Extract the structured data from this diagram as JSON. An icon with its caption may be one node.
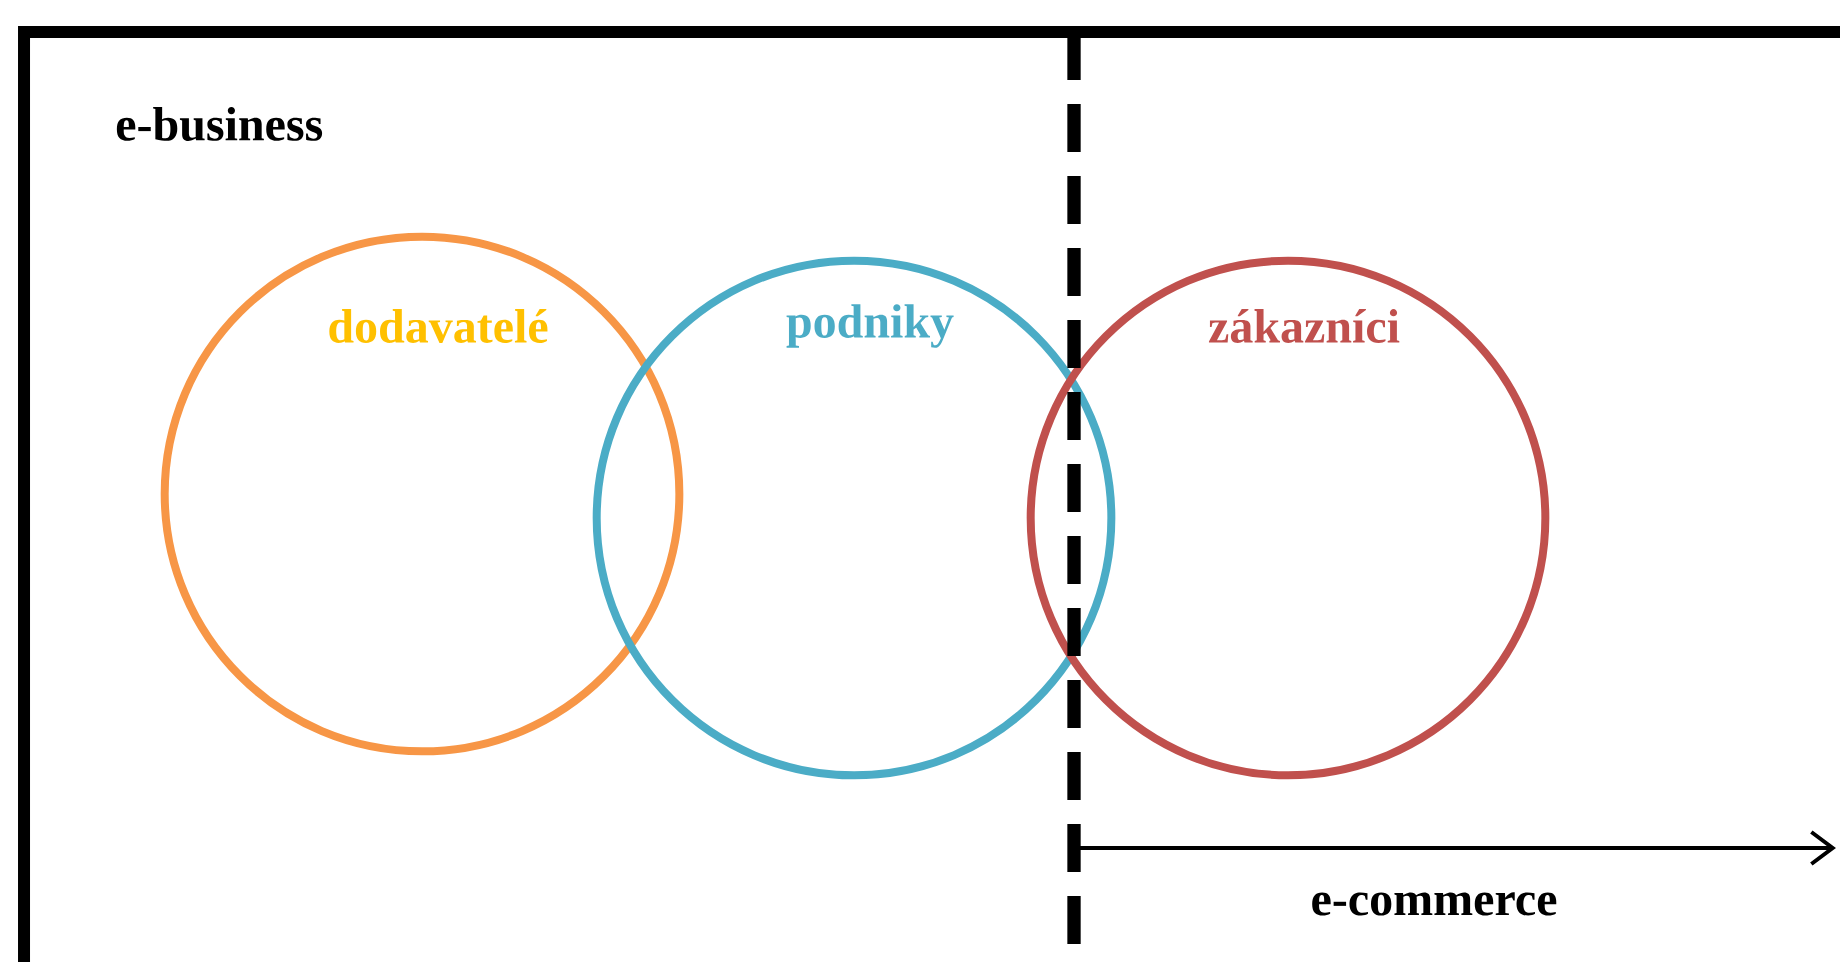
{
  "diagram": {
    "nodes": [
      {
        "text": [
          "e-business"
        ]
      },
      {
        "text": [
          "dodavatelé"
        ],
        "in": 0
      },
      {
        "text": [
          "podniky"
        ],
        "in": 0
      },
      {
        "text": [
          "zákazníci"
        ],
        "in": 0
      }
    ],
    "edges": [],
    "labels": [
      "e-commerce"
    ]
  }
}
